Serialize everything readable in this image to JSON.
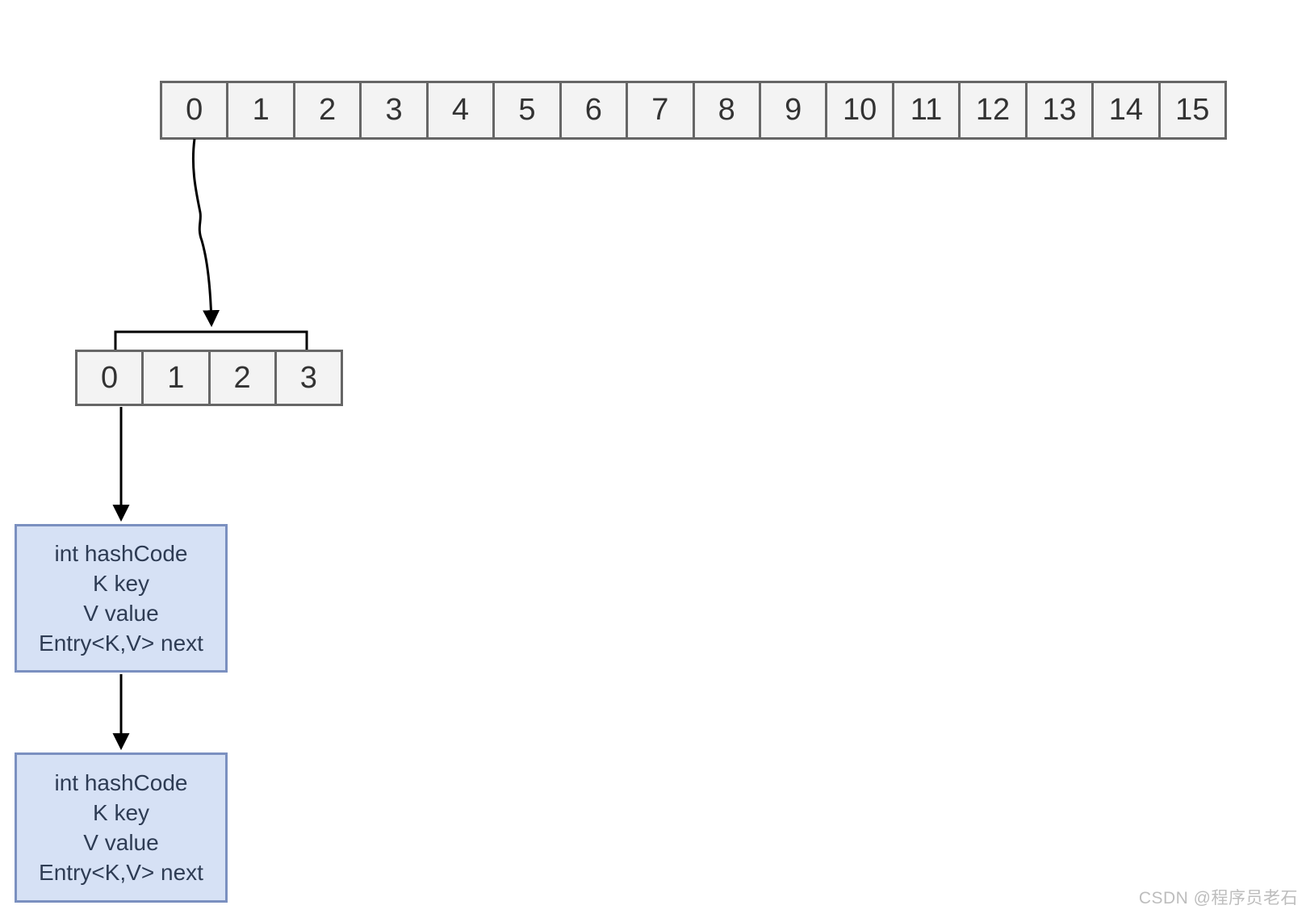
{
  "diagram": {
    "top_array": {
      "cells": [
        "0",
        "1",
        "2",
        "3",
        "4",
        "5",
        "6",
        "7",
        "8",
        "9",
        "10",
        "11",
        "12",
        "13",
        "14",
        "15"
      ]
    },
    "bucket_array": {
      "cells": [
        "0",
        "1",
        "2",
        "3"
      ]
    },
    "entries": [
      {
        "lines": [
          "int hashCode",
          "K key",
          "V value",
          "Entry<K,V> next"
        ]
      },
      {
        "lines": [
          "int hashCode",
          "K key",
          "V value",
          "Entry<K,V> next"
        ]
      }
    ]
  },
  "watermark": "CSDN @程序员老石",
  "colors": {
    "cell-fill": "#f3f3f3",
    "cell-border": "#666666",
    "cell-text": "#333333",
    "entry-fill": "#d6e1f5",
    "entry-border": "#7b90c0",
    "entry-text": "#2e3c54",
    "connector": "#000000",
    "watermark": "#bdbdbd",
    "canvas-bg": "#ffffff"
  }
}
